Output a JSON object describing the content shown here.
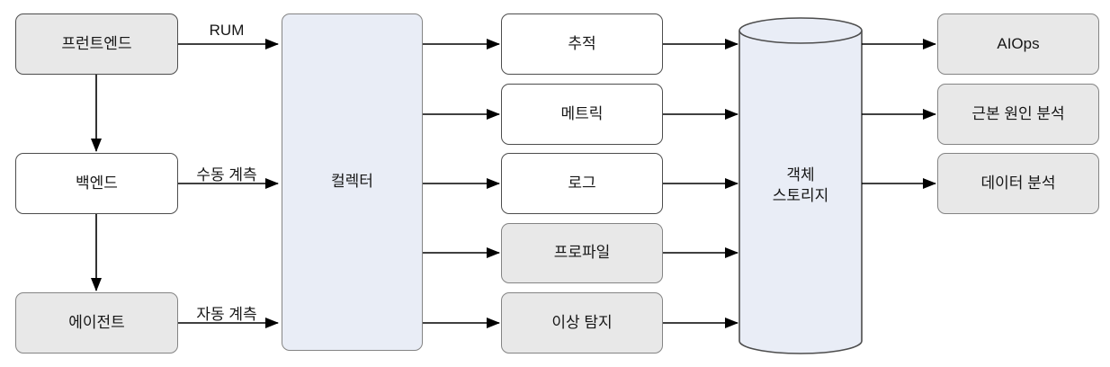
{
  "diagram": {
    "title": "observability-pipeline-diagram",
    "nodes": {
      "frontend": {
        "label": "프런트엔드"
      },
      "backend": {
        "label": "백엔드"
      },
      "agent": {
        "label": "에이전트"
      },
      "collector": {
        "label": "컬렉터"
      },
      "traces": {
        "label": "추적"
      },
      "metrics": {
        "label": "메트릭"
      },
      "logs": {
        "label": "로그"
      },
      "profiles": {
        "label": "프로파일"
      },
      "anomaly": {
        "label": "이상 탐지"
      },
      "storage": {
        "line1": "객체",
        "line2": "스토리지"
      },
      "aiops": {
        "label": "AIOps"
      },
      "rca": {
        "label": "근본 원인 분석"
      },
      "analytics": {
        "label": "데이터 분석"
      }
    },
    "edge_labels": {
      "rum": "RUM",
      "manual": "수동 계측",
      "auto": "자동 계측"
    },
    "colors": {
      "gray_fill": "#e8e8e8",
      "white_fill": "#ffffff",
      "accent_fill": "#e9edf6",
      "dark_border": "#4d4d4d",
      "gray_border": "#848484",
      "arrow": "#000000",
      "text": "#161616"
    }
  }
}
